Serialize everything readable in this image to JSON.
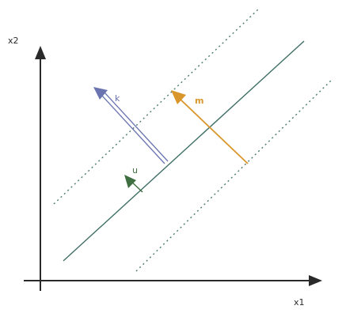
{
  "diagram": {
    "axis_x_label": "x1",
    "axis_y_label": "x2",
    "vector_k_label": "k",
    "vector_m_label": "m",
    "vector_u_label": "u"
  },
  "colors": {
    "axis": "#2a2a2a",
    "line": "#3f6f66",
    "dotted": "#4a7a70",
    "vector_k": "#6a74b0",
    "vector_m": "#d9962a",
    "vector_u": "#3f6f40"
  }
}
